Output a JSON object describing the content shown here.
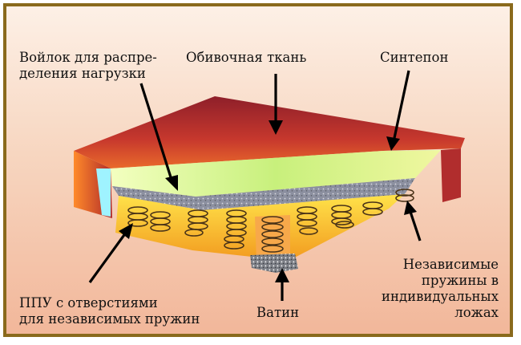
{
  "labels": {
    "felt": [
      "Войлок для распре-",
      "деления нагрузки"
    ],
    "fabric": "Обивочная ткань",
    "sinteпон": "Синтепон",
    "ppu": [
      "ППУ с отверстиями",
      "для независимых пружин"
    ],
    "vatin": "Ватин",
    "springs": [
      "Независимые",
      "пружины в",
      "индивидуальных",
      "ложах"
    ]
  },
  "colors": {
    "frame": "#8a6a1c",
    "fabric_top": "#b6302e",
    "fabric_side": "#e06a30",
    "foam": "#f6c235",
    "felt": "#8a8fa0",
    "sintepon": "#d9f5a0",
    "highlight": "#9ff3ff"
  },
  "icons": [
    "spring-icon",
    "arrow-icon"
  ]
}
